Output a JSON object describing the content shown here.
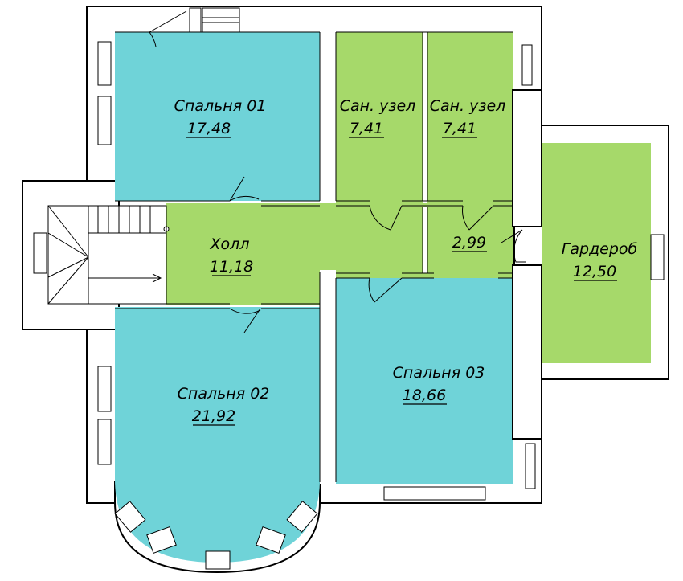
{
  "colors": {
    "bedroom": "#6fd3d8",
    "service": "#a6d96a",
    "wall": "#ffffff",
    "line": "#000000"
  },
  "rooms": [
    {
      "id": "bedroom-01",
      "name": "Спальня 01",
      "area": "17,48"
    },
    {
      "id": "bath-1",
      "name": "Сан. узел",
      "area": "7,41"
    },
    {
      "id": "bath-2",
      "name": "Сан. узел",
      "area": "7,41"
    },
    {
      "id": "hall",
      "name": "Холл",
      "area": "11,18"
    },
    {
      "id": "corridor",
      "name": "",
      "area": "2,99"
    },
    {
      "id": "wardrobe",
      "name": "Гардероб",
      "area": "12,50"
    },
    {
      "id": "bedroom-02",
      "name": "Спальня 02",
      "area": "21,92"
    },
    {
      "id": "bedroom-03",
      "name": "Спальня 03",
      "area": "18,66"
    }
  ]
}
